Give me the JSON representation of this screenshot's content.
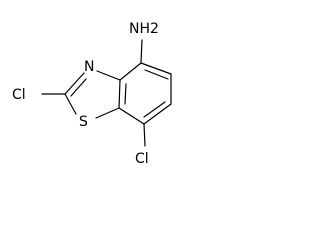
{
  "molecule": {
    "atoms": {
      "amine": "NH2",
      "thiazole_n": "N",
      "thiazole_s": "S",
      "chloro_c2": "Cl",
      "chloro_c7": "Cl"
    }
  }
}
